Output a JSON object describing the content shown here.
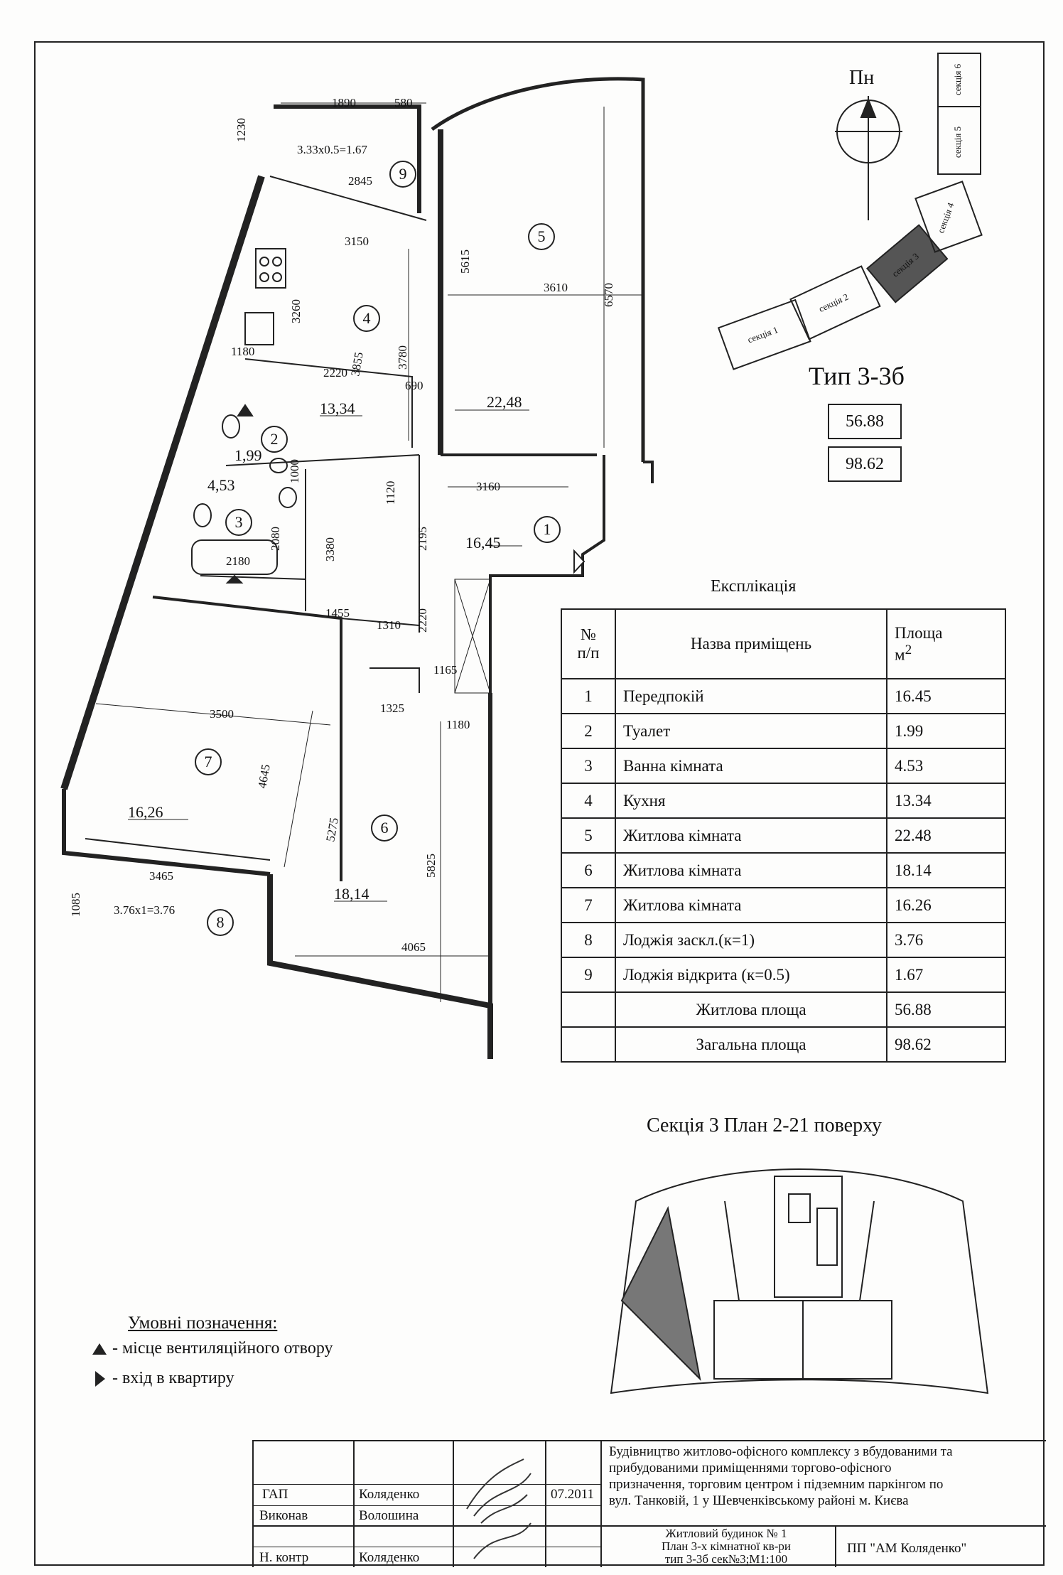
{
  "north_label": "Пн",
  "section_labels": [
    "секція 1",
    "секція 2",
    "секція 3",
    "секція 4",
    "секція 5",
    "секція 6"
  ],
  "apartment_type": "Тип 3-3б",
  "living_area_box": "56.88",
  "total_area_box": "98.62",
  "plan": {
    "room_numbers": [
      "1",
      "2",
      "3",
      "4",
      "5",
      "6",
      "7",
      "8",
      "9"
    ],
    "room_areas": {
      "r1": "16,45",
      "r2": "1,99",
      "r3": "4,53",
      "r4": "13,34",
      "r5": "22,48",
      "r6": "18,14",
      "r7": "16,26"
    },
    "loggia_formulas": {
      "l9": "3.33x0.5=1.67",
      "l8": "3.76x1=3.76"
    },
    "dimensions": {
      "d1890": "1890",
      "d580": "580",
      "d1230": "1230",
      "d2845": "2845",
      "d3150": "3150",
      "d3260": "3260",
      "d3855": "3855",
      "d3780": "3780",
      "d5615": "5615",
      "d3610": "3610",
      "d6570": "6570",
      "d1180a": "1180",
      "d2220a": "2220",
      "d690": "690",
      "d1000": "1000",
      "d3160": "3160",
      "d1120": "1120",
      "d2195": "2195",
      "d2080": "2080",
      "d3380": "3380",
      "d2180": "2180",
      "d1455": "1455",
      "d1310": "1310",
      "d2220b": "2220",
      "d1165": "1165",
      "d1325": "1325",
      "d1180b": "1180",
      "d3500": "3500",
      "d4645": "4645",
      "d5275": "5275",
      "d5825": "5825",
      "d3465": "3465",
      "d1085": "1085",
      "d4065": "4065"
    }
  },
  "explication": {
    "title": "Експлікація",
    "headers": {
      "num_line1": "№",
      "num_line2": "п/п",
      "name": "Назва приміщень",
      "area_line1": "Площа",
      "area_line2": "м",
      "area_sup": "2"
    },
    "rows": [
      {
        "num": "1",
        "name": "Передпокій",
        "area": "16.45"
      },
      {
        "num": "2",
        "name": "Туалет",
        "area": "1.99"
      },
      {
        "num": "3",
        "name": "Ванна кімната",
        "area": "4.53"
      },
      {
        "num": "4",
        "name": "Кухня",
        "area": "13.34"
      },
      {
        "num": "5",
        "name": "Житлова кімната",
        "area": "22.48"
      },
      {
        "num": "6",
        "name": "Житлова кімната",
        "area": "18.14"
      },
      {
        "num": "7",
        "name": "Житлова кімната",
        "area": "16.26"
      },
      {
        "num": "8",
        "name": "Лоджія заскл.(к=1)",
        "area": "3.76"
      },
      {
        "num": "9",
        "name": "Лоджія відкрита (к=0.5)",
        "area": "1.67"
      }
    ],
    "totals": [
      {
        "name": "Житлова площа",
        "area": "56.88"
      },
      {
        "name": "Загальна площа",
        "area": "98.62"
      }
    ]
  },
  "floor_plan_title": "Секція 3   План 2-21 поверху",
  "legend": {
    "title": "Умовні позначення:",
    "vent": "- місце вентиляційного отвору",
    "entry": "- вхід в квартиру"
  },
  "title_block": {
    "role1": "ГАП",
    "name1": "Коляденко",
    "role2": "Виконав",
    "name2": "Волошина",
    "role3": "Н. контр",
    "name3": "Коляденко",
    "date": "07.2011",
    "project_lines": [
      "Будівництво житлово-офісного комплексу з вбудованими та",
      "прибудованими приміщеннями торгово-офісного",
      "призначення, торговим центром і підземним паркінгом по",
      "вул. Танковій, 1 у Шевченківському районі м. Києва"
    ],
    "sheet_lines": [
      "Житловий будинок № 1",
      "План 3-х кімнатної кв-ри",
      "тип 3-3б сек№3;М1:100"
    ],
    "company": "ПП \"АМ Коляденко\""
  }
}
